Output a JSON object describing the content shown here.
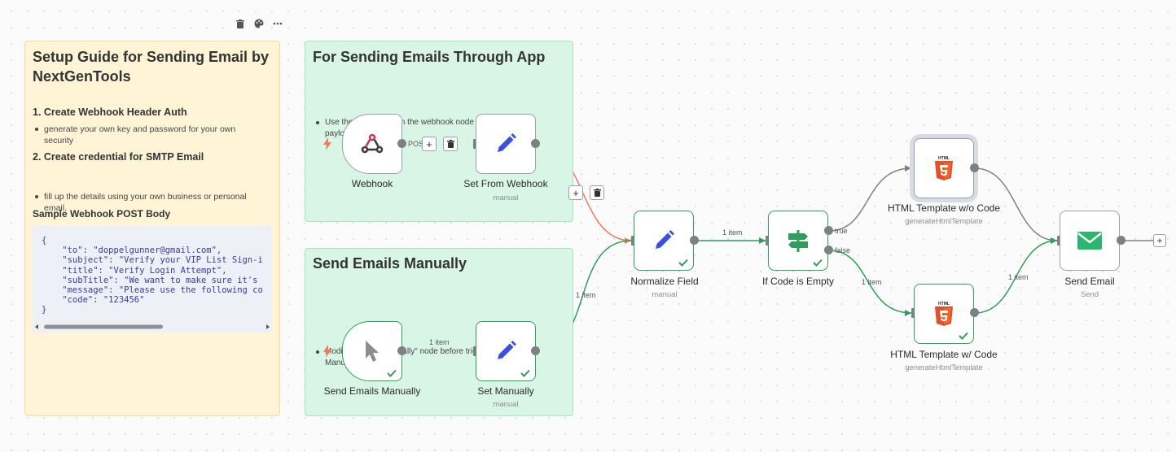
{
  "toolbar": {
    "icons": [
      "trash-icon",
      "palette-icon",
      "more-icon"
    ]
  },
  "notes": {
    "setup": {
      "title_line1": "Setup Guide for Sending Email by",
      "title_line2": "NextGenTools",
      "step1_title": "1. Create Webhook Header Auth",
      "step1_line1": "generate your own key and password for your own",
      "step1_line2": "security",
      "step2_title": "2. Create credential for SMTP Email",
      "step2_line1": "fill up the details using your own business or personal",
      "step2_line2": "email.",
      "sample_title": "Sample Webhook POST Body",
      "code_lines": [
        "{",
        "    \"to\": \"doppelgunner@gmail.com\",",
        "    \"subject\": \"Verify your VIP List Sign-i",
        "    \"title\": \"Verify Login Attempt\",",
        "    \"subTitle\": \"We want to make sure it's",
        "    \"message\": \"Please use the following co",
        "    \"code\": \"123456\"",
        "}"
      ]
    },
    "app": {
      "title": "For Sending Emails Through App",
      "bullet_line1": "Use the endpoint from the webhook node and the sample",
      "bullet_line2": "payload."
    },
    "manual": {
      "title": "Send Emails Manually",
      "bullet_line1": "Modify the \"Set Manually\" node before trigerring the",
      "bullet_line2": "Manual Trigger node."
    }
  },
  "nodes": {
    "webhook": {
      "label": "Webhook",
      "icon": "webhook-icon"
    },
    "set_from_webhook": {
      "label": "Set From Webhook",
      "sub": "manual",
      "icon": "pencil-icon"
    },
    "send_emails_manually": {
      "label": "Send Emails Manually",
      "icon": "cursor-icon"
    },
    "set_manually": {
      "label": "Set Manually",
      "sub": "manual",
      "icon": "pencil-icon"
    },
    "normalize_field": {
      "label": "Normalize Field",
      "sub": "manual",
      "icon": "pencil-icon"
    },
    "if_code_empty": {
      "label": "If Code is Empty",
      "icon": "signpost-icon"
    },
    "html_wo_code": {
      "label": "HTML Template w/o Code",
      "sub": "generateHtmlTemplate",
      "icon": "html5-icon"
    },
    "html_w_code": {
      "label": "HTML Template w/ Code",
      "sub": "generateHtmlTemplate",
      "icon": "html5-icon"
    },
    "send_email": {
      "label": "Send Email",
      "sub": "Send",
      "icon": "envelope-icon"
    }
  },
  "edges": {
    "webhook_post_label": "POS",
    "manual_item": "1 item",
    "set_manually_item": "1 item",
    "normalize_item": "1 item",
    "if_true": "true",
    "if_false": "false",
    "false_item": "1 item",
    "w_code_item": "1 item"
  },
  "colors": {
    "accent_green": "#2e9e5b",
    "edge_red": "#f07a5f",
    "pencil_blue": "#3b4fe0",
    "html_orange": "#e34f26",
    "envelope_green": "#29b76f"
  }
}
